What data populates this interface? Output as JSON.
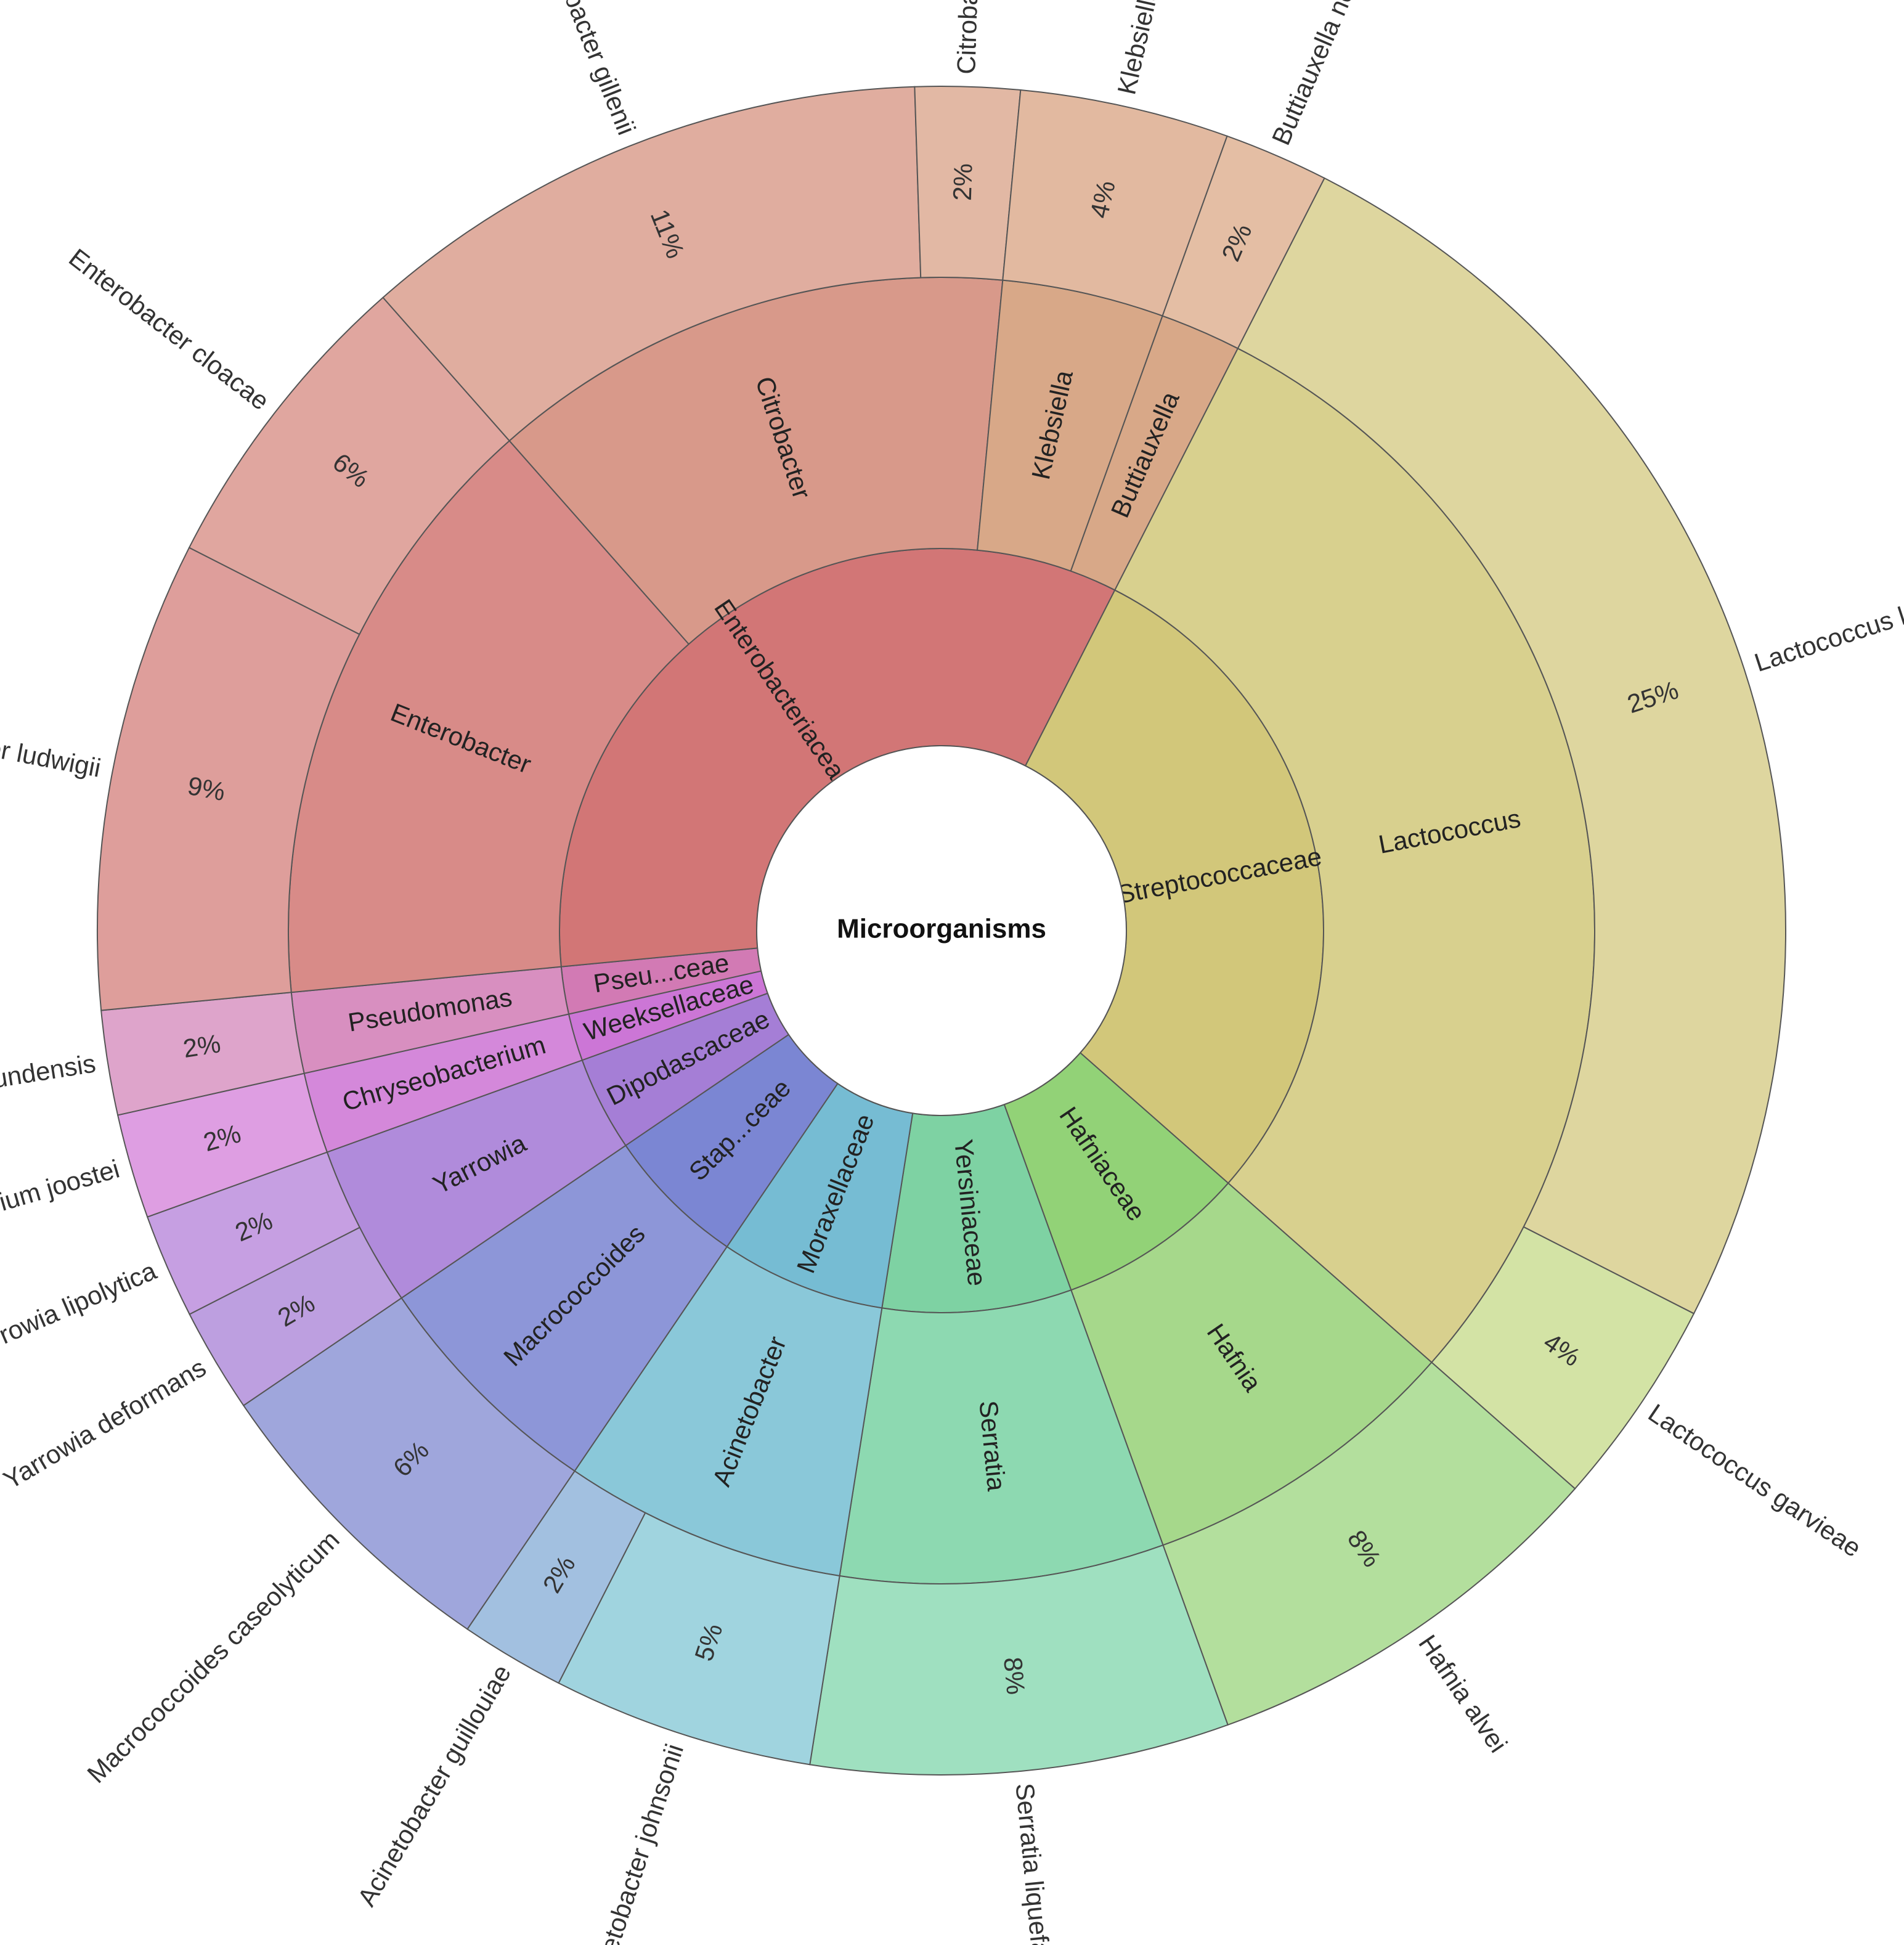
{
  "chart_data": {
    "type": "sunburst",
    "center_label": "Microorganisms",
    "families": [
      {
        "label": "Streptococcaceae",
        "color": "#d2c77a",
        "genera": [
          {
            "label": "Lactococcus",
            "color": "#d8d08e",
            "species": [
              {
                "label": "Lactococcus lactis",
                "pct": "25%",
                "value": 25,
                "color": "#ded69f"
              },
              {
                "label": "Lactococcus garvieae",
                "pct": "4%",
                "value": 4,
                "color": "#d3e3a5"
              }
            ]
          }
        ]
      },
      {
        "label": "Hafniaceae",
        "color": "#92d277",
        "genera": [
          {
            "label": "Hafnia",
            "color": "#a6d88b",
            "species": [
              {
                "label": "Hafnia alvei",
                "pct": "8%",
                "value": 8,
                "color": "#b3df9d"
              }
            ]
          }
        ]
      },
      {
        "label": "Yersiniaceae",
        "color": "#7ed2a3",
        "genera": [
          {
            "label": "Serratia",
            "color": "#8dd9b1",
            "species": [
              {
                "label": "Serratia liquefaciens",
                "pct": "8%",
                "value": 8,
                "color": "#9fe0c0"
              }
            ]
          }
        ]
      },
      {
        "label": "Moraxellaceae",
        "color": "#76bcd3",
        "genera": [
          {
            "label": "Acinetobacter",
            "color": "#8ac8d9",
            "species": [
              {
                "label": "Acinetobacter johnsonii",
                "pct": "5%",
                "value": 5,
                "color": "#a0d4df"
              },
              {
                "label": "Acinetobacter guillouiae",
                "pct": "2%",
                "value": 2,
                "color": "#a2c0e0"
              }
            ]
          }
        ]
      },
      {
        "label": "Stap...ceae",
        "color": "#7b86d3",
        "genera": [
          {
            "label": "Macrococcoides",
            "color": "#8d96d8",
            "species": [
              {
                "label": "Macrococcoides caseolyticum",
                "pct": "6%",
                "value": 6,
                "color": "#9fa6dc"
              }
            ]
          }
        ]
      },
      {
        "label": "Dipodascaceae",
        "color": "#a57ed6",
        "genera": [
          {
            "label": "Yarrowia",
            "color": "#b08bdb",
            "species": [
              {
                "label": "Yarrowia deformans",
                "pct": "2%",
                "value": 2,
                "color": "#bd9fe0"
              },
              {
                "label": "Yarrowia lipolytica",
                "pct": "2%",
                "value": 2,
                "color": "#c69fe2"
              }
            ]
          }
        ]
      },
      {
        "label": "Weeksellaceae",
        "color": "#cc76d6",
        "genera": [
          {
            "label": "Chryseobacterium",
            "color": "#d488da",
            "species": [
              {
                "label": "Chryseobacterium joostei",
                "pct": "2%",
                "value": 2,
                "color": "#de9ee2"
              }
            ]
          }
        ]
      },
      {
        "label": "Pseu...ceae",
        "color": "#d27ab4",
        "genera": [
          {
            "label": "Pseudomonas",
            "color": "#d88fc0",
            "species": [
              {
                "label": "Pseudomonas lundensis",
                "pct": "2%",
                "value": 2,
                "color": "#dea4cb"
              }
            ]
          }
        ]
      },
      {
        "label": "Enterobacteriaceae",
        "color": "#d27676",
        "genera": [
          {
            "label": "Enterobacter",
            "color": "#d88b88",
            "species": [
              {
                "label": "Enterobacter ludwigii",
                "pct": "9%",
                "value": 9,
                "color": "#de9e9b"
              },
              {
                "label": "Enterobacter cloacae",
                "pct": "6%",
                "value": 6,
                "color": "#e0a69f"
              }
            ]
          },
          {
            "label": "Citrobacter",
            "color": "#d8998a",
            "species": [
              {
                "label": "Citrobacter gillenii",
                "pct": "11%",
                "value": 11,
                "color": "#e0ad9f"
              },
              {
                "label": "Citrobacter freundii",
                "pct": "2%",
                "value": 2,
                "color": "#e2b8a4"
              }
            ]
          },
          {
            "label": "Klebsiella",
            "color": "#d8a888",
            "species": [
              {
                "label": "Klebsiella oxytoca",
                "pct": "4%",
                "value": 4,
                "color": "#e2b9a0"
              }
            ]
          },
          {
            "label": "Buttiauxella",
            "color": "#d8a888",
            "species": [
              {
                "label": "Buttiauxella noackiae",
                "pct": "2%",
                "value": 2,
                "color": "#e4bea4"
              }
            ]
          }
        ]
      }
    ]
  }
}
